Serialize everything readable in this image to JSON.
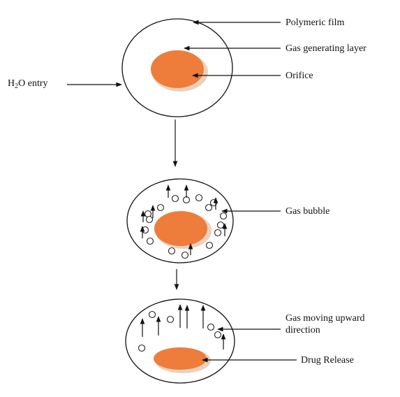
{
  "labels": {
    "polymeric_film": "Polymeric film",
    "gas_generating_layer": "Gas generating layer",
    "orifice": "Orifice",
    "h2o_entry_h": "H",
    "h2o_entry_sub": "2",
    "h2o_entry_rest": "O entry",
    "gas_bubble": "Gas bubble",
    "gas_moving_line1": "Gas moving upward",
    "gas_moving_line2": "direction",
    "drug_release": "Drug Release"
  },
  "colors": {
    "core_orange": "#ee7d3b",
    "core_shadow": "#e9d2bd",
    "outline": "#111111",
    "background": "#ffffff"
  }
}
